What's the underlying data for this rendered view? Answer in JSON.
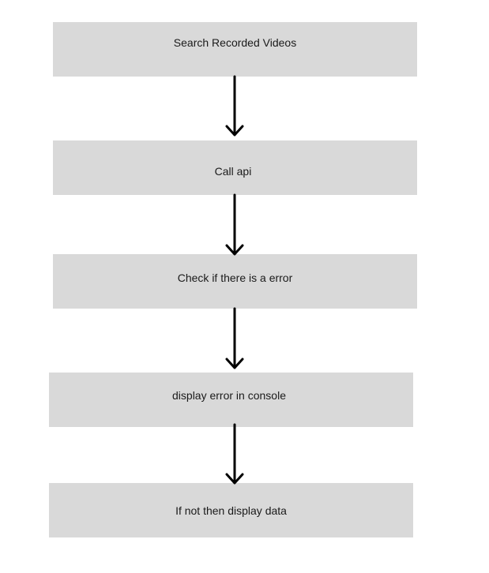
{
  "diagram": {
    "steps": [
      {
        "label": "Search Recorded Videos"
      },
      {
        "label": "Call api"
      },
      {
        "label": "Check if there is a error"
      },
      {
        "label": "display error in console"
      },
      {
        "label": "If not then display data"
      }
    ],
    "colors": {
      "box_fill": "#d9d9d9",
      "arrow": "#000000",
      "text": "#1a1a1a"
    }
  }
}
